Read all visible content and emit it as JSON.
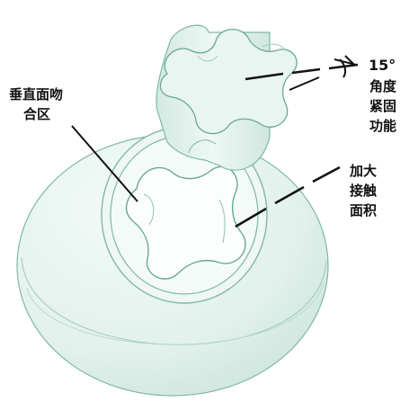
{
  "labels": {
    "vertical_engagement": {
      "line1": "垂直面吻",
      "line2": "合区"
    },
    "angle_lock": {
      "value": "15°",
      "line1": "角度",
      "line2": "紧固",
      "line3": "功能"
    },
    "contact_area": {
      "line1": "加大",
      "line2": "接触",
      "line3": "面积"
    }
  },
  "colors": {
    "body_fill": "#e6f3ef",
    "body_stroke": "#7fb8a8",
    "shadow": "#cfe6de",
    "line": "#111111"
  }
}
